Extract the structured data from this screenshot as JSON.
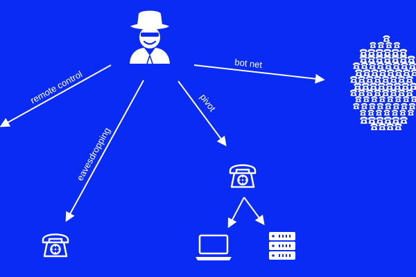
{
  "colors": {
    "background": "#0a2bf3",
    "foreground": "#ffffff"
  },
  "labels": {
    "remote_control": "remote control",
    "eavesdropping": "eavesdropping",
    "pivot": "pivot",
    "bot_net": "bot net"
  },
  "icons": {
    "attacker": "hacker-icon",
    "victim_phone": "desk-phone-icon",
    "pivot_phone": "desk-phone-icon",
    "laptop": "laptop-icon",
    "server": "server-rack-icon",
    "botnet": "phone-cluster-icon"
  }
}
